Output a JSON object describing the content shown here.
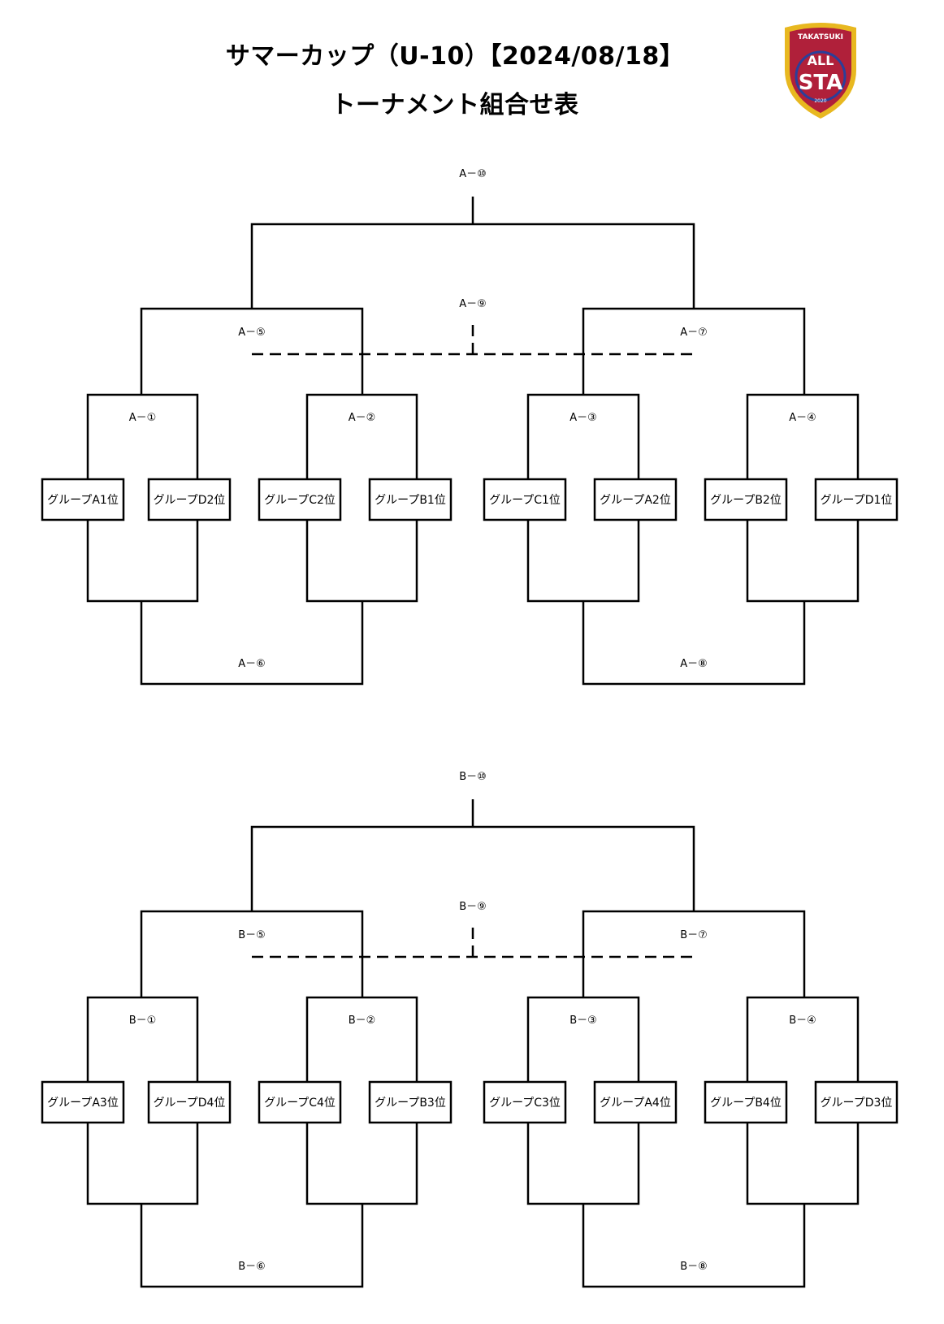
{
  "header": {
    "title_line1": "サマーカップ（U-10）【2024/08/18】",
    "title_line2": "トーナメント組合せ表"
  },
  "logo": {
    "text_top": "TAKATSUKI",
    "text_mid": "ALL",
    "text_main": "STA",
    "text_year": "2020",
    "color_outer": "#e8b820",
    "color_fill": "#b0203a",
    "color_inner": "#2a3f9a"
  },
  "brackets": [
    {
      "id": "A",
      "final": "A－⑩",
      "third_place": "A－⑨",
      "semi_left": "A－⑤",
      "semi_right": "A－⑦",
      "qf": [
        "A－①",
        "A－②",
        "A－③",
        "A－④"
      ],
      "consolation_left": "A－⑥",
      "consolation_right": "A－⑧",
      "teams": [
        "グループA1位",
        "グループD2位",
        "グループC2位",
        "グループB1位",
        "グループC1位",
        "グループA2位",
        "グループB2位",
        "グループD1位"
      ]
    },
    {
      "id": "B",
      "final": "B－⑩",
      "third_place": "B－⑨",
      "semi_left": "B－⑤",
      "semi_right": "B－⑦",
      "qf": [
        "B－①",
        "B－②",
        "B－③",
        "B－④"
      ],
      "consolation_left": "B－⑥",
      "consolation_right": "B－⑧",
      "teams": [
        "グループA3位",
        "グループD4位",
        "グループC4位",
        "グループB3位",
        "グループC3位",
        "グループA4位",
        "グループB4位",
        "グループD3位"
      ]
    }
  ]
}
